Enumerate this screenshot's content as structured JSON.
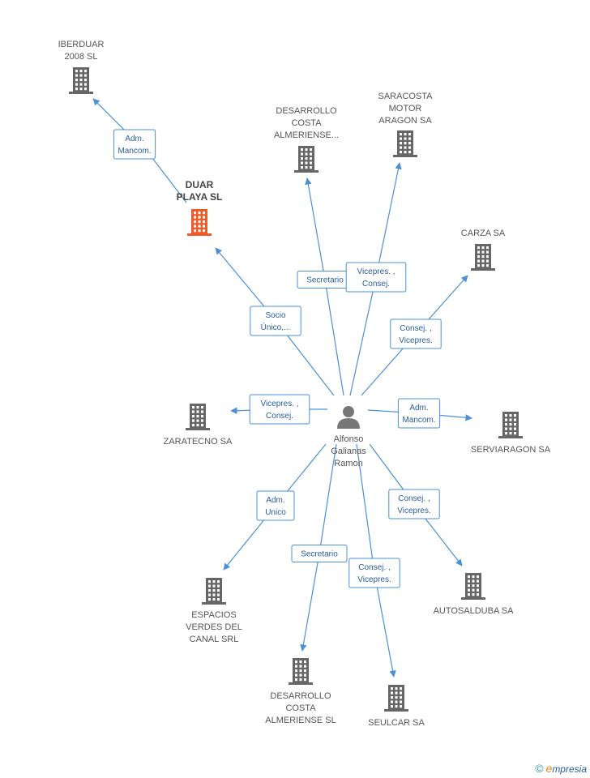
{
  "center": {
    "label": [
      "Alfonso",
      "Galianas",
      "Ramon"
    ]
  },
  "nodes": [
    {
      "id": "iberduar",
      "label": [
        "IBERDUAR",
        "2008 SL"
      ],
      "highlight": false
    },
    {
      "id": "duar",
      "label": [
        "DUAR",
        "PLAYA SL"
      ],
      "highlight": true
    },
    {
      "id": "desarrollo1",
      "label": [
        "DESARROLLO",
        "COSTA",
        "ALMERIENSE..."
      ],
      "highlight": false
    },
    {
      "id": "saracosta",
      "label": [
        "SARACOSTA",
        "MOTOR",
        "ARAGON SA"
      ],
      "highlight": false
    },
    {
      "id": "carza",
      "label": [
        "CARZA SA"
      ],
      "highlight": false
    },
    {
      "id": "zaratecno",
      "label": [
        "ZARATECNO SA"
      ],
      "highlight": false
    },
    {
      "id": "serviaragon",
      "label": [
        "SERVIARAGON SA"
      ],
      "highlight": false
    },
    {
      "id": "espacios",
      "label": [
        "ESPACIOS",
        "VERDES DEL",
        "CANAL SRL"
      ],
      "highlight": false
    },
    {
      "id": "autosalduba",
      "label": [
        "AUTOSALDUBA SA"
      ],
      "highlight": false
    },
    {
      "id": "desarrollo2",
      "label": [
        "DESARROLLO",
        "COSTA",
        "ALMERIENSE SL"
      ],
      "highlight": false
    },
    {
      "id": "seulcar",
      "label": [
        "SEULCAR SA"
      ],
      "highlight": false
    }
  ],
  "edges": [
    {
      "from": "duar",
      "to": "iberduar",
      "label": [
        "Adm.",
        "Mancom."
      ]
    },
    {
      "from": "center",
      "to": "duar",
      "label": [
        "Socio",
        "Único,..."
      ]
    },
    {
      "from": "center",
      "to": "desarrollo1",
      "label": [
        "Secretario"
      ]
    },
    {
      "from": "center",
      "to": "saracosta",
      "label": [
        "Vicepres. ,",
        "Consej."
      ]
    },
    {
      "from": "center",
      "to": "carza",
      "label": [
        "Consej. ,",
        "Vicepres."
      ]
    },
    {
      "from": "center",
      "to": "zaratecno",
      "label": [
        "Vicepres. ,",
        "Consej."
      ]
    },
    {
      "from": "center",
      "to": "serviaragon",
      "label": [
        "Adm.",
        "Mancom."
      ]
    },
    {
      "from": "center",
      "to": "espacios",
      "label": [
        "Adm.",
        "Unico"
      ]
    },
    {
      "from": "center",
      "to": "autosalduba",
      "label": [
        "Consej. ,",
        "Vicepres."
      ]
    },
    {
      "from": "center",
      "to": "desarrollo2",
      "label": [
        "Secretario"
      ]
    },
    {
      "from": "center",
      "to": "seulcar",
      "label": [
        "Consej. ,",
        "Vicepres."
      ]
    }
  ],
  "colors": {
    "edge": "#4a90d9",
    "building": "#666666",
    "building_highlight": "#f05a28",
    "person": "#777777"
  },
  "footer": {
    "copyright": "©",
    "brand_initial": "e",
    "brand_rest": "mpresia"
  }
}
